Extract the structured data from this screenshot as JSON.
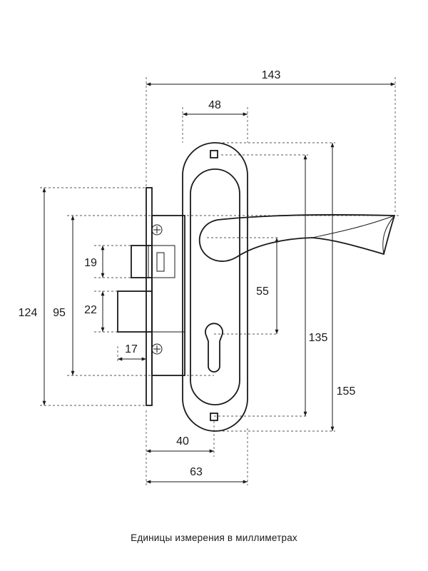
{
  "dimensions": {
    "overall_width": "143",
    "plate_width": "48",
    "plate_height": "155",
    "screw_spacing": "135",
    "handle_to_key": "55",
    "faceplate_height": "124",
    "body_height": "95",
    "latch_height": "19",
    "deadbolt_height": "22",
    "deadbolt_throw": "17",
    "backset": "40",
    "body_depth": "63"
  },
  "caption": "Единицы измерения в миллиметрах"
}
